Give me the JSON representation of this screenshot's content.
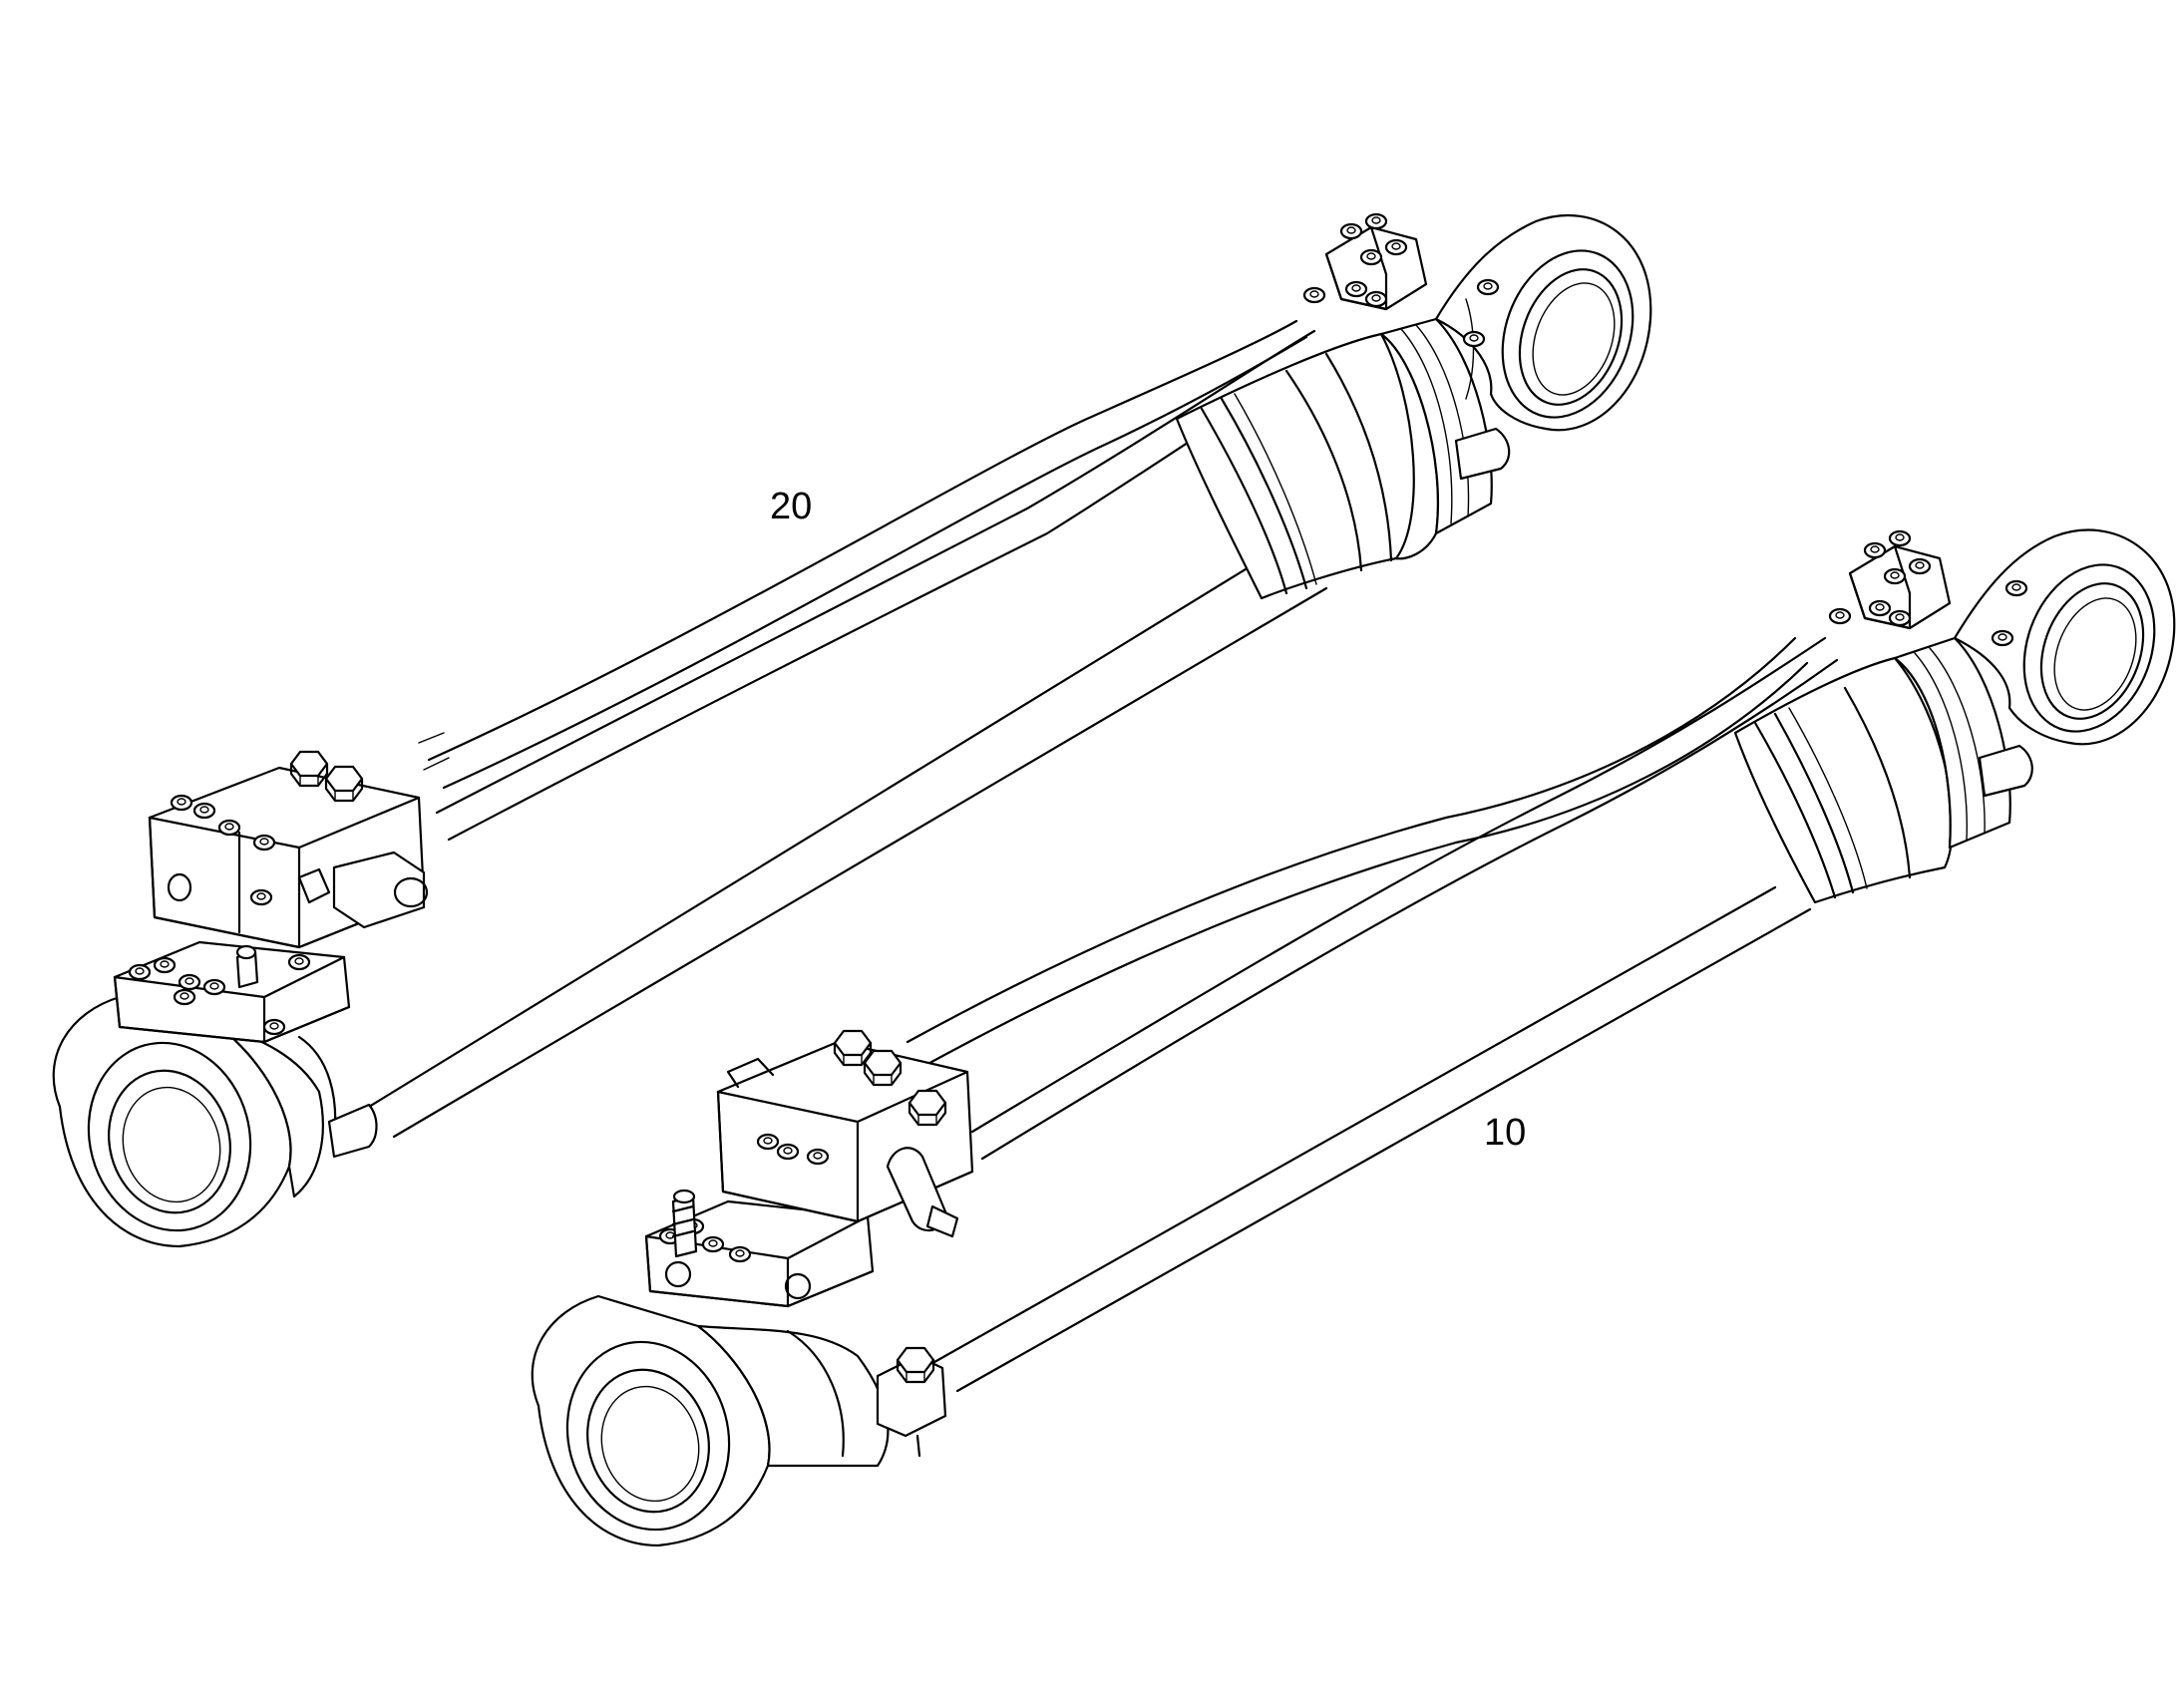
{
  "callouts": [
    {
      "id": "callout-20",
      "label": "20"
    },
    {
      "id": "callout-10",
      "label": "10"
    }
  ],
  "colors": {
    "line": "#000000",
    "background": "#ffffff"
  }
}
